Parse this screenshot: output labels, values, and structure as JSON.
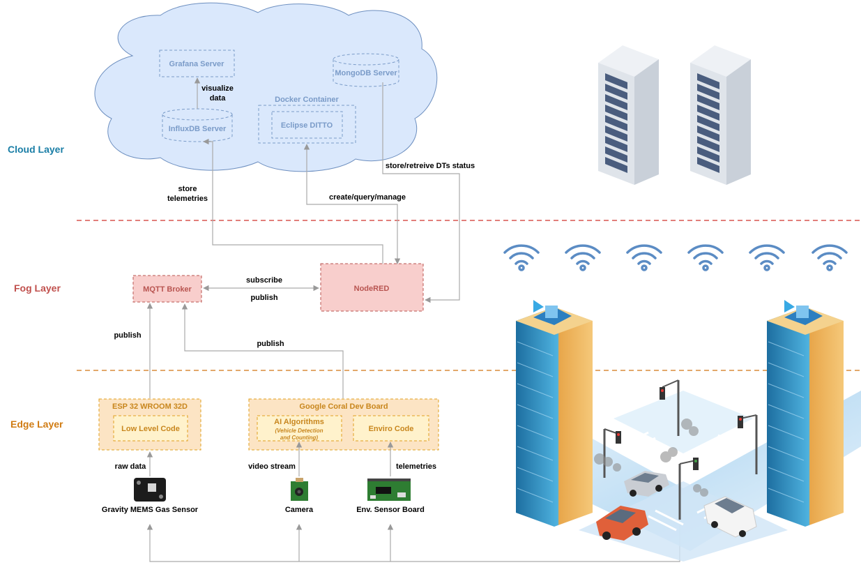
{
  "layers": {
    "cloud": "Cloud Layer",
    "fog": "Fog Layer",
    "edge": "Edge Layer"
  },
  "cloud": {
    "grafana": "Grafana Server",
    "influxdb": "InfluxDB Server",
    "mongodb": "MongoDB Server",
    "docker_container": "Docker Container",
    "eclipse_ditto": "Eclipse DITTO",
    "visualize_line1": "visualize",
    "visualize_line2": "data"
  },
  "fog": {
    "mqtt_broker": "MQTT Broker",
    "nodered": "NodeRED"
  },
  "edge": {
    "esp32": "ESP 32 WROOM 32D",
    "low_level_code": "Low Level Code",
    "coral": "Google Coral Dev Board",
    "ai_algorithms": "AI Algorithms",
    "ai_sub_line1": "(Vehicle Detection",
    "ai_sub_line2": "and Counting)",
    "enviro_code": "Enviro Code"
  },
  "sensors": {
    "gas": "Gravity MEMS Gas Sensor",
    "camera": "Camera",
    "env_board": "Env. Sensor Board"
  },
  "flows": {
    "store_telemetries_1": "store",
    "store_telemetries_2": "telemetries",
    "create_query_manage": "create/query/manage",
    "store_retrieve": "store/retreive DTs status",
    "subscribe": "subscribe",
    "publish_fog": "publish",
    "publish_esp": "publish",
    "publish_coral": "publish",
    "raw_data": "raw data",
    "video_stream": "video stream",
    "telemetries": "telemetries"
  },
  "colors": {
    "cloud_fill": "#dae8fc",
    "cloud_stroke": "#6c8ebf",
    "cloud_label": "#1a7ea6",
    "fog_label": "#c0504d",
    "edge_label": "#d07b12",
    "fog_fill": "#f8cecc",
    "fog_stroke": "#b85450",
    "edge_fill": "#fce4c4",
    "edge_stroke": "#e0a020",
    "edge_text": "#c8861d",
    "divider_fog": "#d9534f",
    "divider_edge": "#d98b3a"
  }
}
